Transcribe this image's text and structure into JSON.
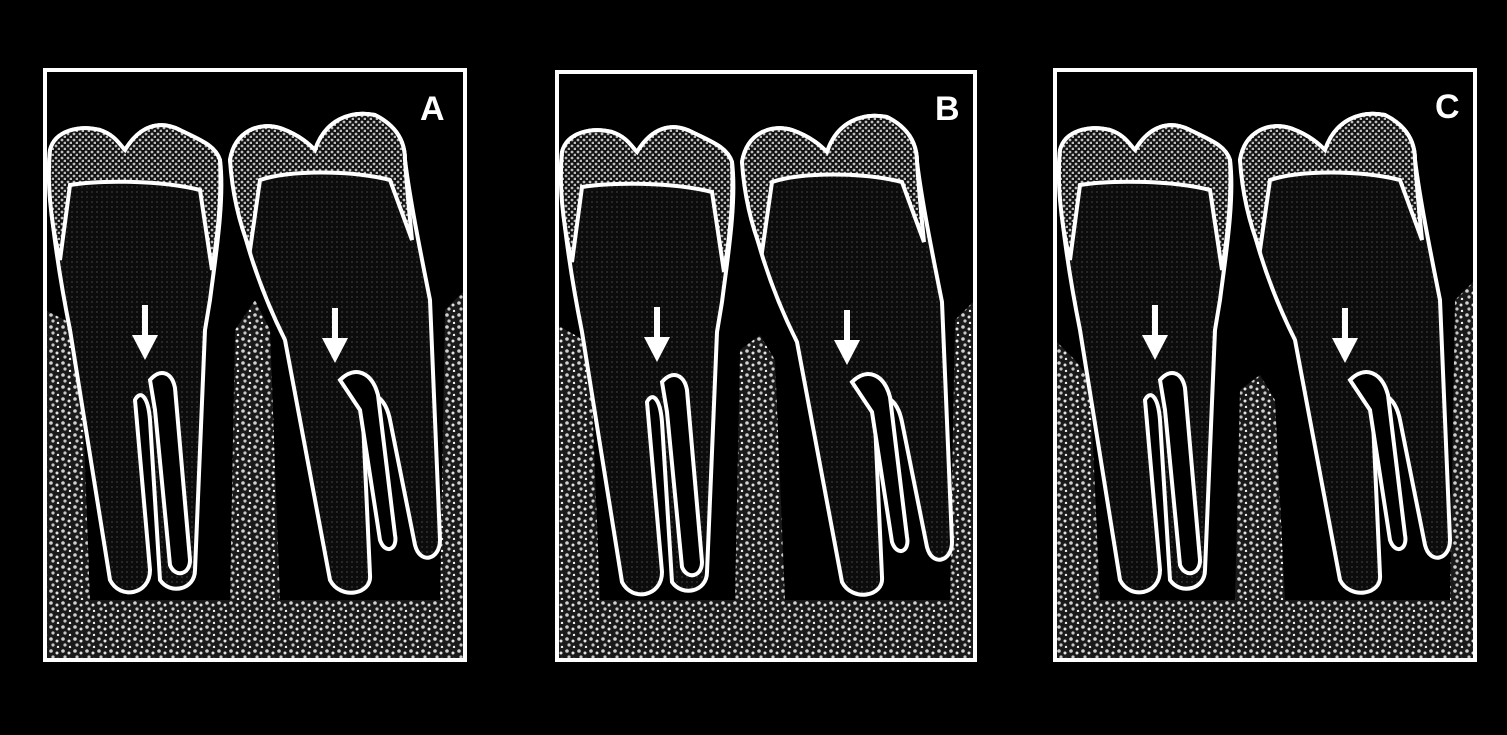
{
  "figure": {
    "background": "#000000",
    "line_color": "#ffffff",
    "panels": [
      {
        "label": "A",
        "bone_level": "normal"
      },
      {
        "label": "B",
        "bone_level": "slightly-reduced"
      },
      {
        "label": "C",
        "bone_level": "reduced"
      }
    ],
    "icons": [
      "tooth-icon",
      "arrow-down-icon"
    ]
  }
}
